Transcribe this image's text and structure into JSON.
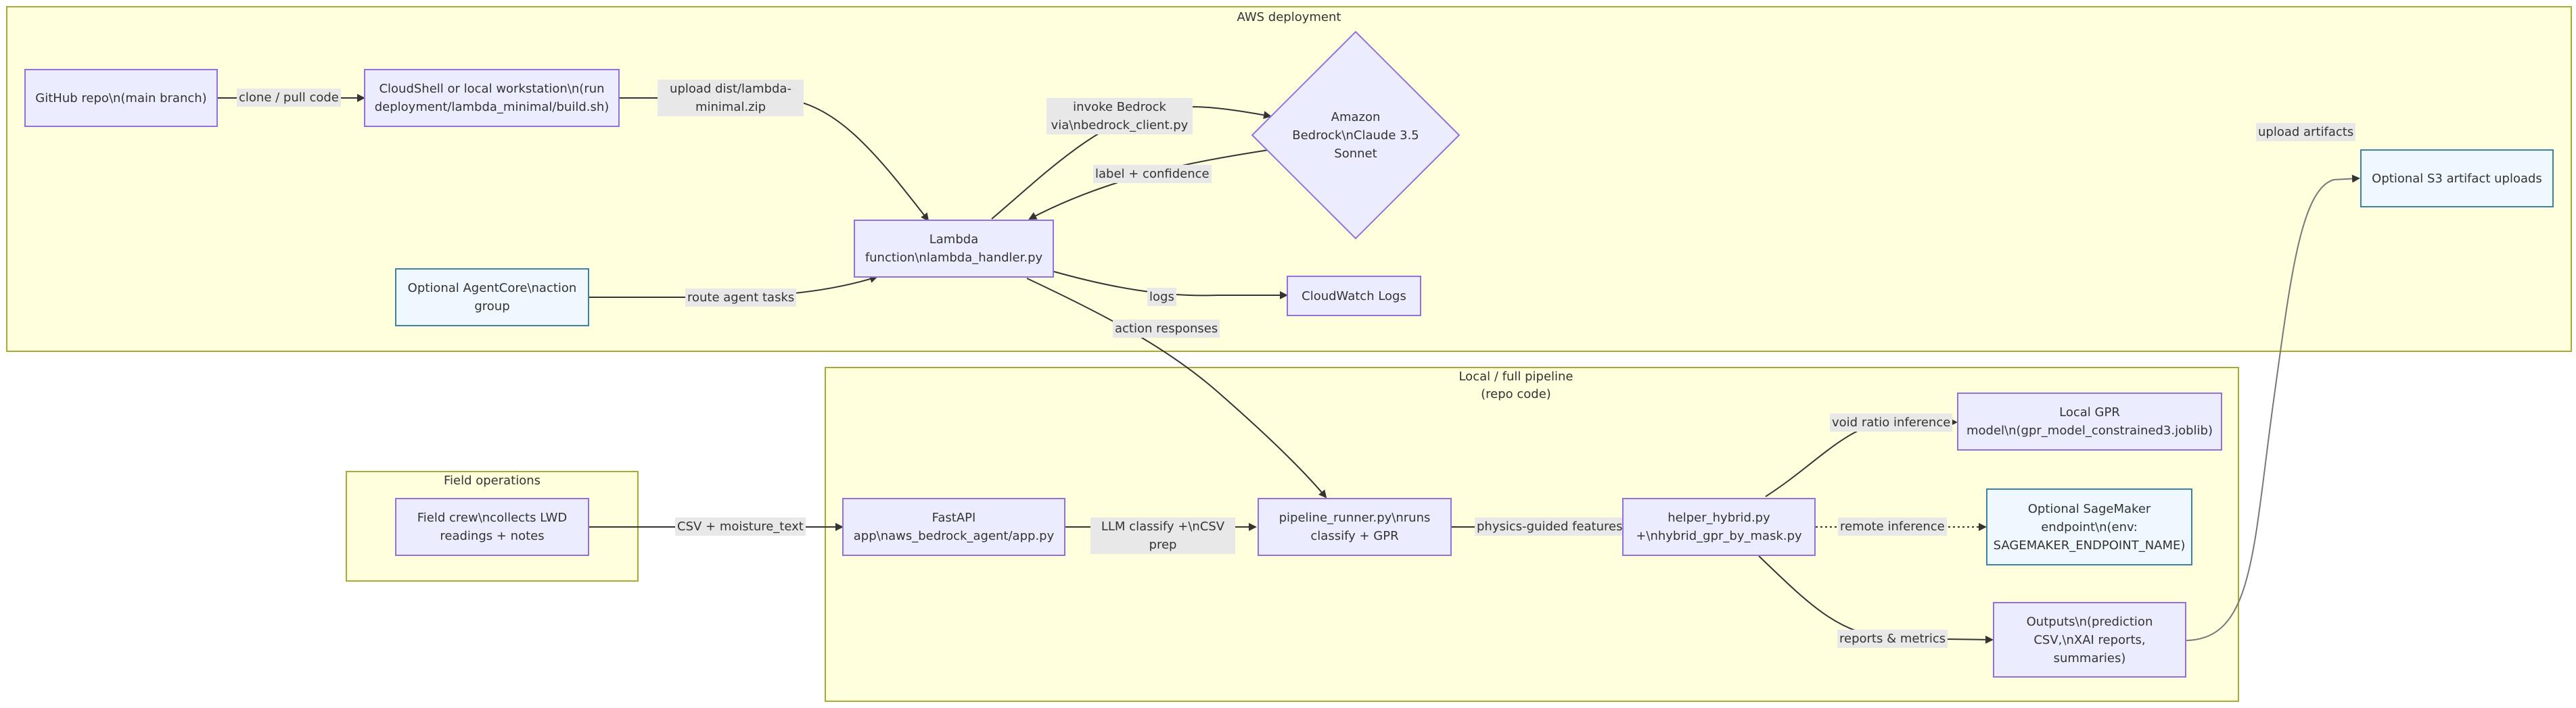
{
  "clusters": {
    "aws": "AWS deployment",
    "local": "Local / full pipeline (repo code)",
    "field": "Field operations"
  },
  "nodes": {
    "github": "GitHub repo\\n(main branch)",
    "cloudshell": "CloudShell or local workstation\\n(run deployment/lambda_minimal/build.sh)",
    "bedrock": "Amazon Bedrock\\nClaude 3.5 Sonnet",
    "lambda": "Lambda function\\nlambda_handler.py",
    "agentcore": "Optional AgentCore\\naction group",
    "cloudwatch": "CloudWatch Logs",
    "s3": "Optional S3 artifact uploads",
    "fieldcrew": "Field crew\\ncollects LWD readings + notes",
    "fastapi": "FastAPI app\\naws_bedrock_agent/app.py",
    "pipeline": "pipeline_runner.py\\nruns classify + GPR",
    "helper": "helper_hybrid.py +\\nhybrid_gpr_by_mask.py",
    "localgpr": "Local GPR model\\n(gpr_model_constrained3.joblib)",
    "sagemaker": "Optional SageMaker endpoint\\n(env: SAGEMAKER_ENDPOINT_NAME)",
    "outputs": "Outputs\\n(prediction CSV,\\nXAI reports, summaries)"
  },
  "edges": {
    "clone": "clone / pull code",
    "upload_zip": "upload dist/lambda-minimal.zip",
    "invoke": "invoke Bedrock via\\nbedrock_client.py",
    "label_conf": "label + confidence",
    "route": "route agent tasks",
    "logs": "logs",
    "action": "action responses",
    "upload_artifacts": "upload artifacts",
    "csv": "CSV + moisture_text",
    "llm": "LLM classify +\\nCSV prep",
    "physics": "physics-guided features",
    "void": "void ratio inference",
    "remote": "remote inference",
    "reports": "reports & metrics"
  },
  "colors": {
    "cluster_fill": "#ffffde",
    "cluster_border": "#aaaa33",
    "node_fill": "#ececff",
    "node_border": "#9370db",
    "optional_fill": "#eff8ff",
    "optional_border": "#3b82a6",
    "edge": "#333333",
    "edge_label_bg": "#e8e8e8"
  }
}
